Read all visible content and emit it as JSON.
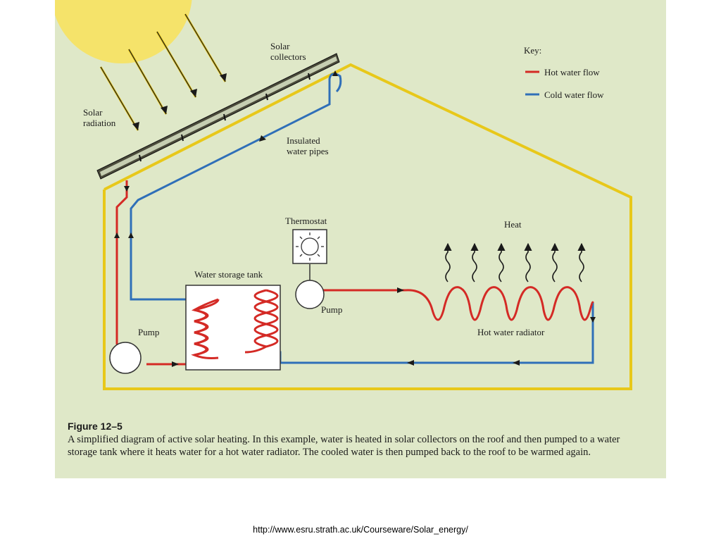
{
  "labels": {
    "solar_collectors": [
      "Solar",
      "collectors"
    ],
    "solar_radiation": [
      "Solar",
      "radiation"
    ],
    "insulated_pipes": [
      "Insulated",
      "water pipes"
    ],
    "thermostat": "Thermostat",
    "water_storage_tank": "Water storage tank",
    "pump_left": "Pump",
    "pump_right": "Pump",
    "heat": "Heat",
    "hot_water_radiator": "Hot water radiator"
  },
  "key": {
    "title": "Key:",
    "hot": "Hot water flow",
    "cold": "Cold water flow"
  },
  "colors": {
    "hot": "#d42a25",
    "cold": "#2f6fb8",
    "house": "#e8c81a",
    "sun": "#f5e36a"
  },
  "caption": {
    "figure": "Figure 12–5",
    "text": "A simplified diagram of active solar heating. In this example, water is heated in solar collectors on the roof and then pumped to a water storage tank where it heats water for a hot water radiator. The cooled water is then pumped back to the roof to be warmed again."
  },
  "source_url": "http://www.esru.strath.ac.uk/Courseware/Solar_energy/"
}
